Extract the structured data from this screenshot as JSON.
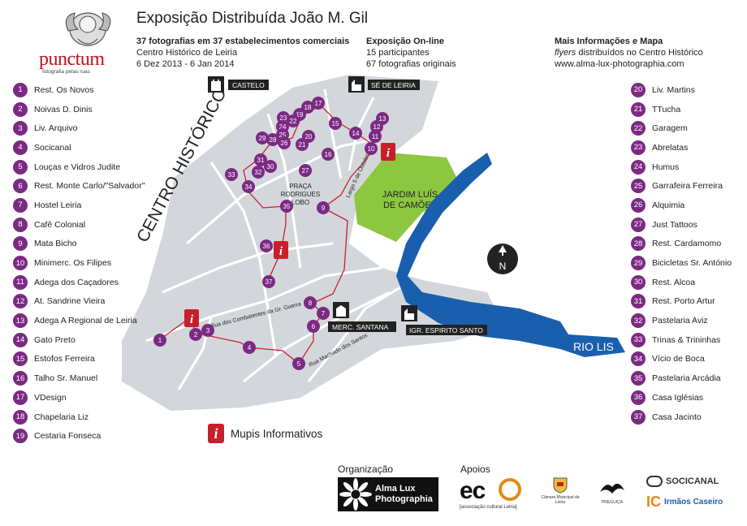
{
  "header": {
    "title": "Exposição Distribuída João M. Gil",
    "col1": [
      "37 fotografias em 37 estabelecimentos comerciais",
      "Centro Histórico de Leiria",
      "6 Dez 2013 - 6 Jan 2014"
    ],
    "col2": [
      "Exposição On-line",
      "15 participantes",
      "67 fotografias originais"
    ],
    "col3_title": "Mais Informações e Mapa",
    "col3_flyers": "flyers",
    "col3_line2_rest": " distribuídos no Centro Histórico",
    "col3_url": "www.alma-lux-photographia.com"
  },
  "logo": {
    "name": "punctum",
    "tagline": "fotografia pelas ruas"
  },
  "left_list": [
    {
      "n": "1",
      "label": "Rest. Os Novos"
    },
    {
      "n": "2",
      "label": "Noivas D. Dinis"
    },
    {
      "n": "3",
      "label": "Liv. Arquivo"
    },
    {
      "n": "4",
      "label": "Socicanal"
    },
    {
      "n": "5",
      "label": "Louças e Vidros Judite"
    },
    {
      "n": "6",
      "label": "Rest. Monte Carlo/\"Salvador\""
    },
    {
      "n": "7",
      "label": "Hostel Leiria"
    },
    {
      "n": "8",
      "label": "Cafê Colonial"
    },
    {
      "n": "9",
      "label": "Mata Bicho"
    },
    {
      "n": "10",
      "label": "Minimerc. Os Filipes"
    },
    {
      "n": "11",
      "label": "Adega dos Caçadores"
    },
    {
      "n": "12",
      "label": "At. Sandrine Vieira"
    },
    {
      "n": "13",
      "label": "Adega A Regional de Leiria"
    },
    {
      "n": "14",
      "label": "Gato Preto"
    },
    {
      "n": "15",
      "label": "Estofos Ferreira"
    },
    {
      "n": "16",
      "label": "Talho Sr. Manuel"
    },
    {
      "n": "17",
      "label": "VDesign"
    },
    {
      "n": "18",
      "label": "Chapelaria Liz"
    },
    {
      "n": "19",
      "label": "Cestaria Fonseca"
    }
  ],
  "right_list": [
    {
      "n": "20",
      "label": "Liv. Martins"
    },
    {
      "n": "21",
      "label": "TTucha"
    },
    {
      "n": "22",
      "label": "Garagem"
    },
    {
      "n": "23",
      "label": "Abrelatas"
    },
    {
      "n": "24",
      "label": "Humus"
    },
    {
      "n": "25",
      "label": "Garrafeira Ferreira"
    },
    {
      "n": "26",
      "label": "Alquimia"
    },
    {
      "n": "27",
      "label": "Just Tattoos"
    },
    {
      "n": "28",
      "label": "Rest. Cardamomo"
    },
    {
      "n": "29",
      "label": "Bicicletas Sr. António"
    },
    {
      "n": "30",
      "label": "Rest. Alcoa"
    },
    {
      "n": "31",
      "label": "Rest. Porto Artur"
    },
    {
      "n": "32",
      "label": "Pastelaria Aviz"
    },
    {
      "n": "33",
      "label": "Trinas & Trininhas"
    },
    {
      "n": "34",
      "label": "Vício de Boca"
    },
    {
      "n": "35",
      "label": "Pastelaria Arcádia"
    },
    {
      "n": "36",
      "label": "Casa Iglésias"
    },
    {
      "n": "37",
      "label": "Casa Jacinto"
    }
  ],
  "map": {
    "district": "CENTRO HISTÓRICO",
    "river": "RIO LIS",
    "garden": [
      "JARDIM LUÍS",
      "DE CAMÕES"
    ],
    "square": [
      "PRAÇA",
      "RODRIGUES",
      "LOBO"
    ],
    "castle": "CASTELO",
    "cathedral": "SÉ DE LEIRIA",
    "market": "MERC. SANTANA",
    "church": "IGR. ESPIRITO SANTO",
    "street1": "Rua dos Combatentes da Gr. Guerra",
    "street2": "Rua Machado dos Santos",
    "street3": "Largo 5 de Outubro",
    "north": "N",
    "info_glyph": "i"
  },
  "mupis_label": "Mupis Informativos",
  "footer": {
    "org_label": "Organização",
    "org_name": [
      "Alma Lux",
      "Photographia"
    ],
    "apoios_label": "Apoios",
    "eco_word": "ec",
    "eco_sub": "[associação cultural Leiria]",
    "camara": "Câmara Municipal de Leiria",
    "preguica": "PREGUIÇA",
    "socicanal": "SOCICANAL",
    "irmaos": "Irmãos Caseiro",
    "ic": "IC"
  },
  "colors": {
    "purple": "#7b2a83",
    "route": "#c8202a",
    "river": "#1a5fae",
    "garden": "#8dc63f",
    "map_gray": "#d2d6da"
  }
}
